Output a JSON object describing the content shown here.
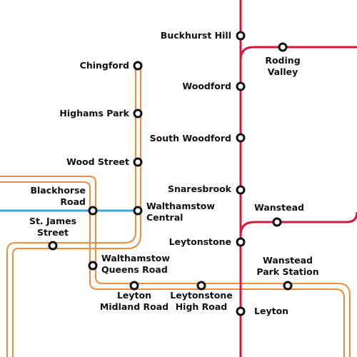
{
  "colors": {
    "central_line": "#dc143c",
    "overground": "#f08c3c",
    "victoria_line": "#36a9e1",
    "station_ring": "#111111",
    "station_fill": "#ffffff",
    "background": "#ffffff"
  },
  "stations": {
    "buckhurst_hill": "Buckhurst Hill",
    "roding_valley": "Roding\nValley",
    "chingford": "Chingford",
    "woodford": "Woodford",
    "highams_park": "Highams Park",
    "south_woodford": "South Woodford",
    "wood_street": "Wood Street",
    "snaresbrook": "Snaresbrook",
    "blackhorse_road": "Blackhorse\nRoad",
    "walthamstow_central": "Walthamstow\nCentral",
    "wanstead": "Wanstead",
    "st_james_street": "St. James\nStreet",
    "leytonstone": "Leytonstone",
    "walthamstow_queens_road": "Walthamstow\nQueens Road",
    "wanstead_park": "Wanstead\nPark Station",
    "leyton_midland_road": "Leyton\nMidland Road",
    "leytonstone_high_road": "Leytonstone\nHigh Road",
    "leyton": "Leyton"
  }
}
